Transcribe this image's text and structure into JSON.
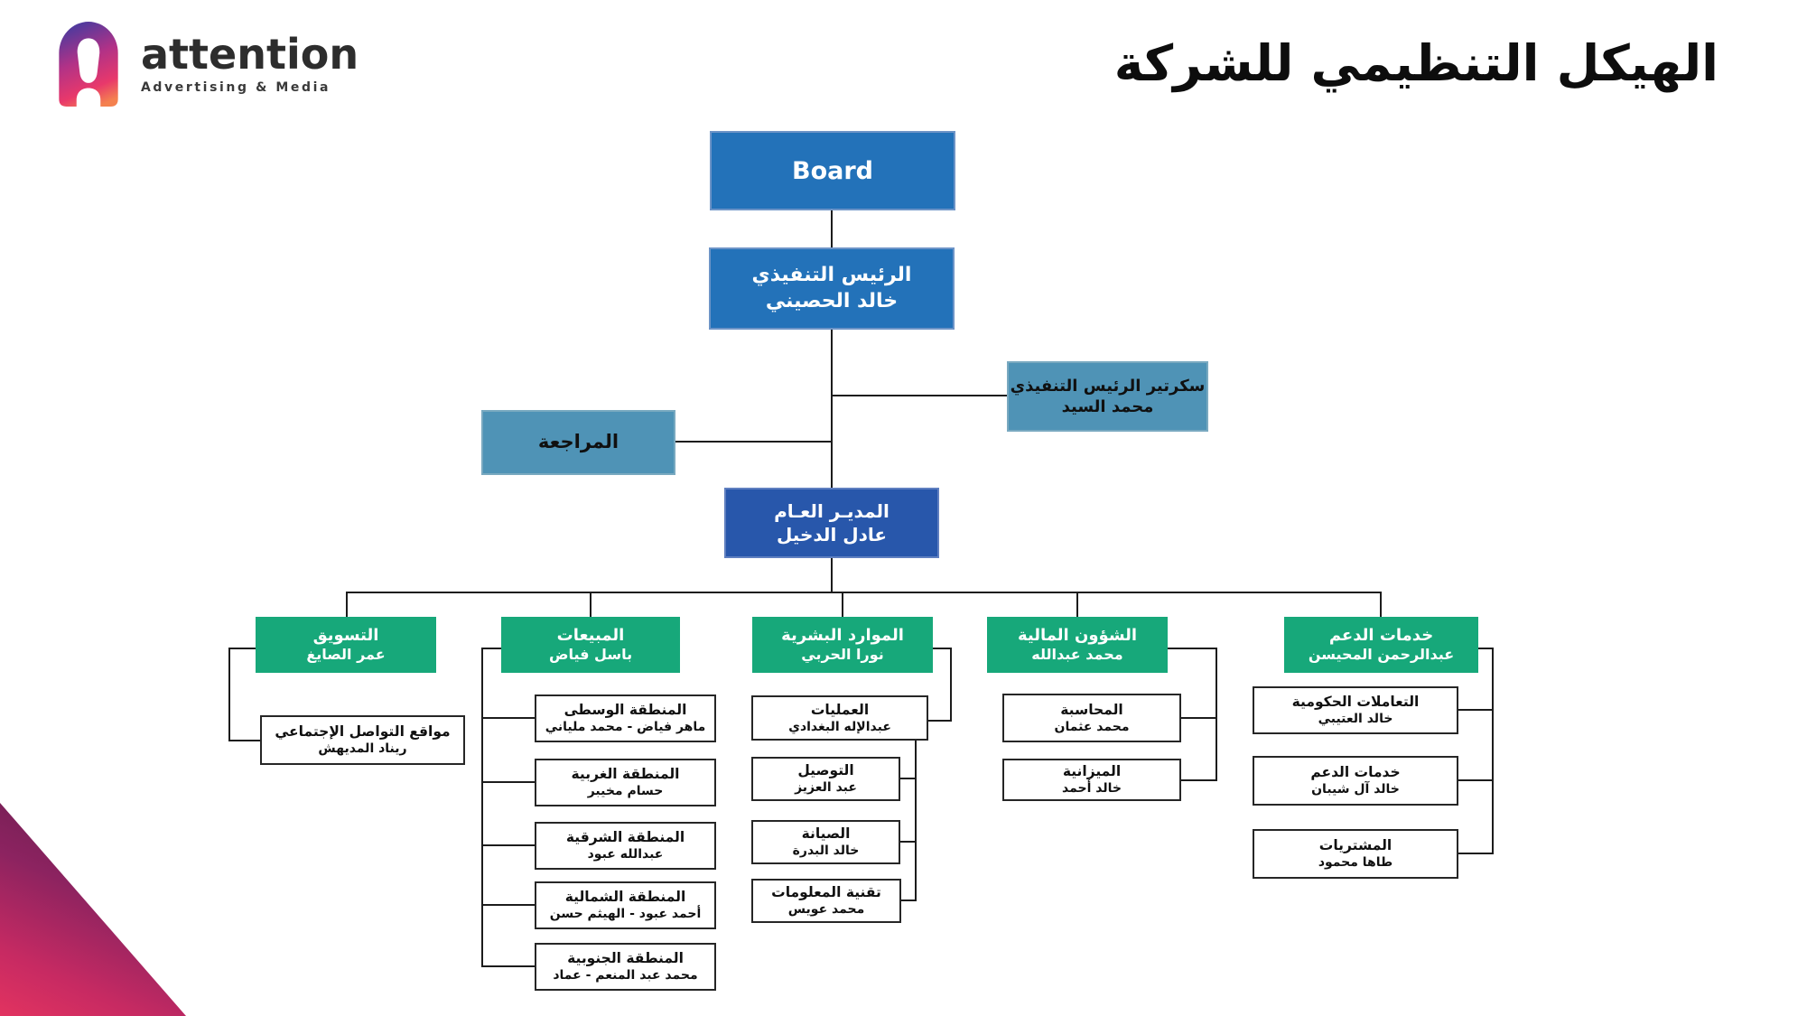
{
  "logo": {
    "brand": "attention",
    "tagline": "Advertising & Media"
  },
  "header": {
    "title": "الهيكل التنظيمي للشركة"
  },
  "colors": {
    "primary_blue": "#2372b9",
    "dark_blue": "#2857ab",
    "teal": "#4f93b6",
    "green": "#17a87a",
    "line": "#1c1c1c",
    "gradient_purple": "#4b3a9e",
    "gradient_pink": "#e23360",
    "gradient_orange": "#f4814f"
  },
  "org": {
    "board": {
      "label": "Board"
    },
    "ceo": {
      "title": "الرئيس التنفيذي",
      "person": "خالد الحصيني"
    },
    "secretary": {
      "title": "سكرتير الرئيس التنفيذي",
      "person": "محمد السيد"
    },
    "audit": {
      "title": "المراجعة"
    },
    "gm": {
      "title": "المديـر العـام",
      "person": "عادل الدخيل"
    },
    "departments": [
      {
        "title": "التسويق",
        "person": "عمر الصايغ",
        "children": [
          {
            "title": "مواقع التواصل الإجتماعي",
            "person": "ريناد المديهش"
          }
        ]
      },
      {
        "title": "المبيعات",
        "person": "باسل فياض",
        "children": [
          {
            "title": "المنطقة الوسطى",
            "person": "ماهر فياض - محمد ملياني"
          },
          {
            "title": "المنطقة الغربية",
            "person": "حسام مخيبر"
          },
          {
            "title": "المنطقة الشرقية",
            "person": "عبدالله عبود"
          },
          {
            "title": "المنطقة الشمالية",
            "person": "أحمد عبود - الهيثم حسن"
          },
          {
            "title": "المنطقة الجنوبية",
            "person": "محمد عبد المنعم - عماد"
          }
        ]
      },
      {
        "title": "الموارد البشرية",
        "person": "نورا الحربي",
        "children": [
          {
            "title": "العمليات",
            "person": "عبدالإله البغدادي"
          },
          {
            "title": "التوصيل",
            "person": "عبد العزيز"
          },
          {
            "title": "الصيانة",
            "person": "خالد البدرة"
          },
          {
            "title": "تقنية المعلومات",
            "person": "محمد عويس"
          }
        ]
      },
      {
        "title": "الشؤون المالية",
        "person": "محمد عبدالله",
        "children": [
          {
            "title": "المحاسبة",
            "person": "محمد عثمان"
          },
          {
            "title": "الميزانية",
            "person": "خالد أحمد"
          }
        ]
      },
      {
        "title": "خدمات الدعم",
        "person": "عبدالرحمن المحيسن",
        "children": [
          {
            "title": "التعاملات الحكومية",
            "person": "خالد العتيبي"
          },
          {
            "title": "خدمات الدعم",
            "person": "خالد آل شيبان"
          },
          {
            "title": "المشتريات",
            "person": "طاها محمود"
          }
        ]
      }
    ]
  }
}
